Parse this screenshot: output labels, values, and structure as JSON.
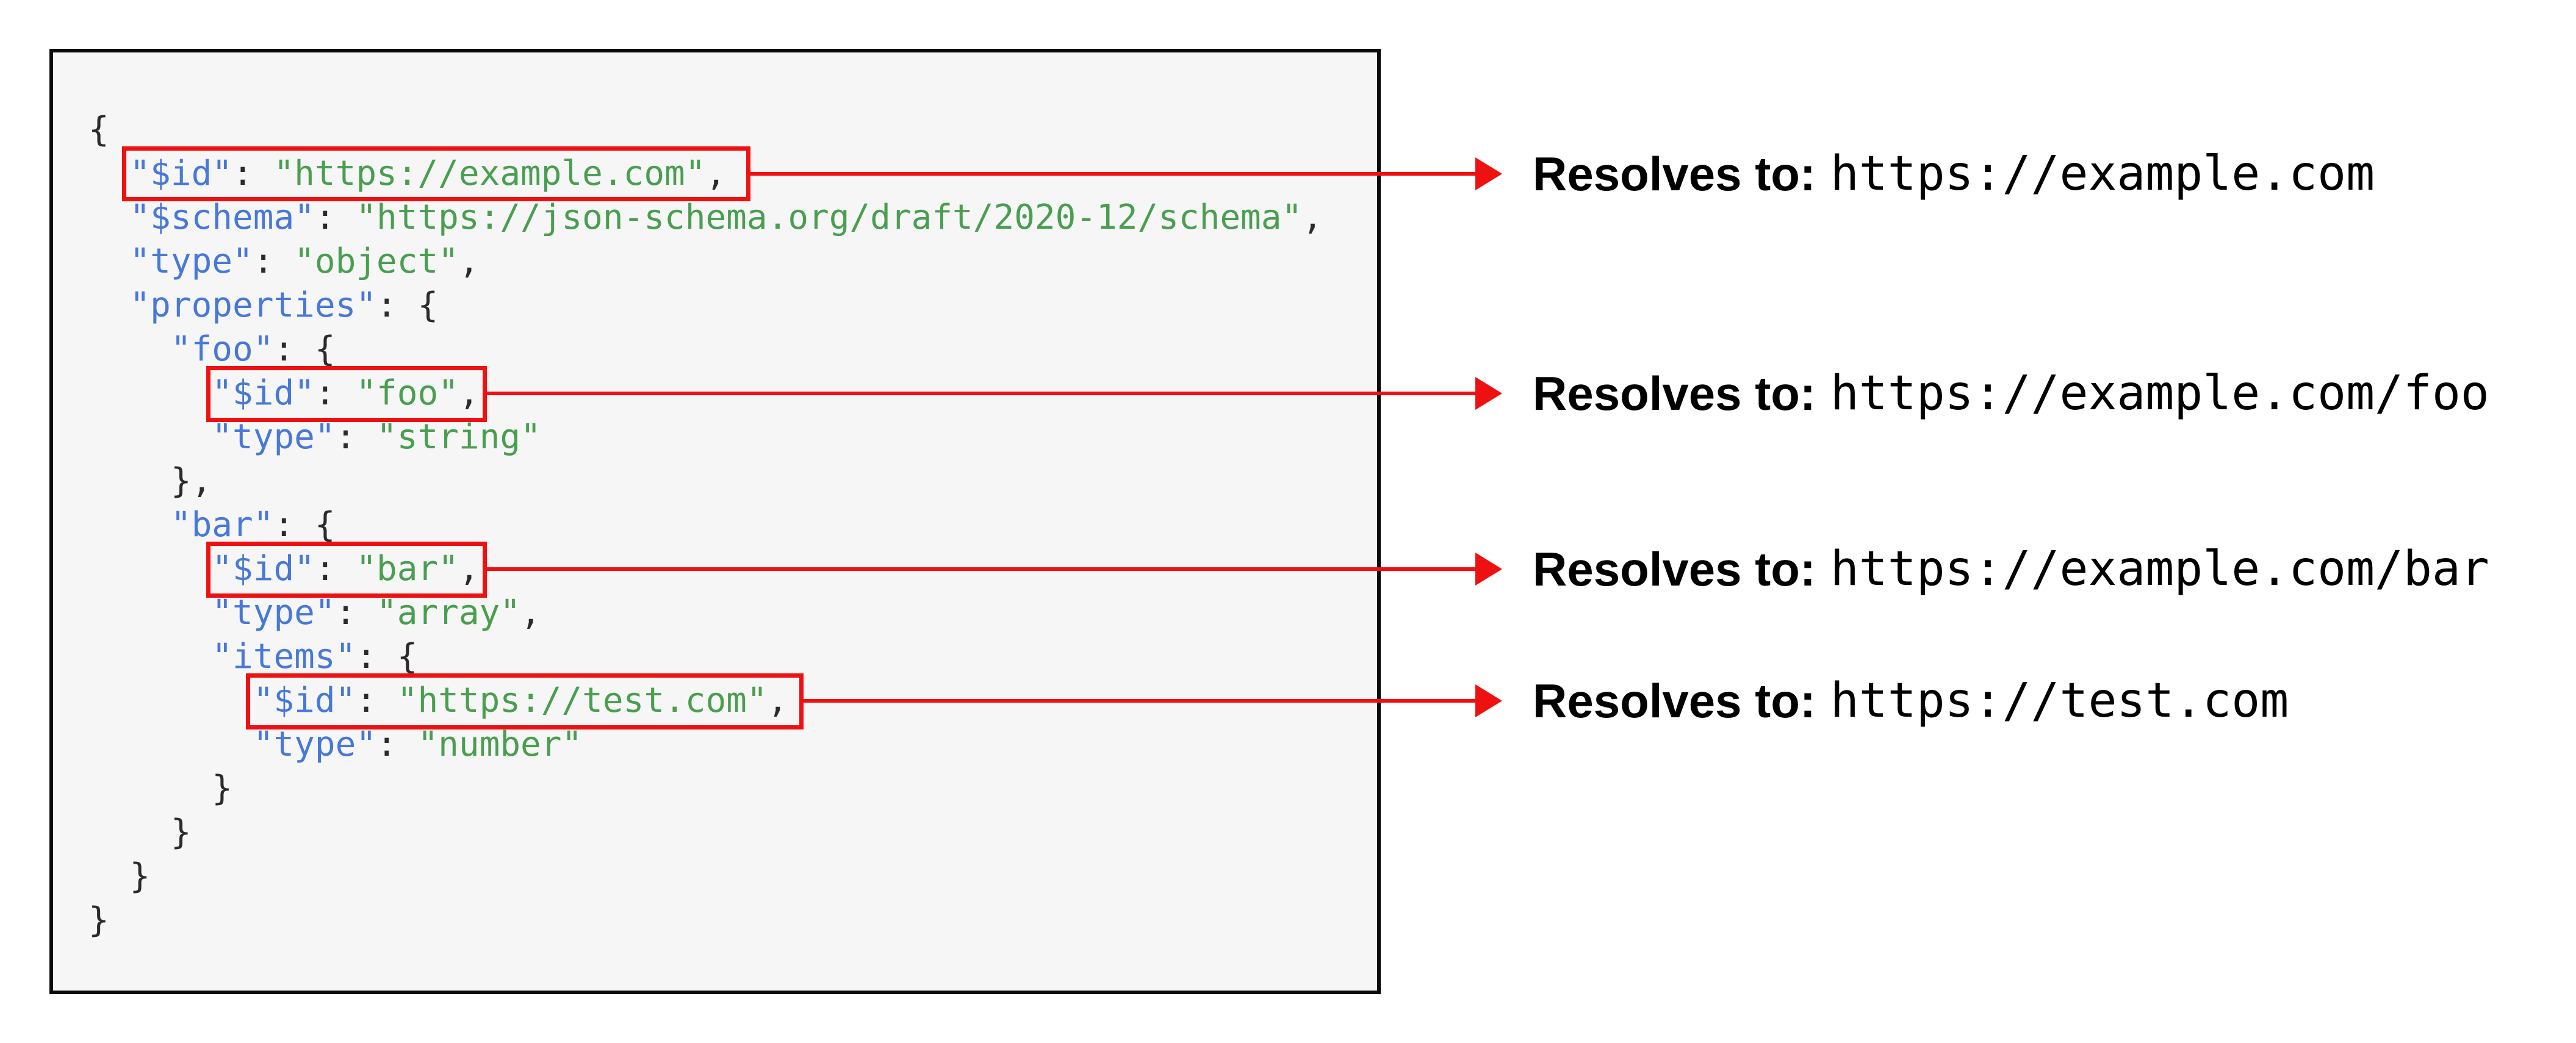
{
  "colors": {
    "key": "#4878d8",
    "string": "#4a9e50",
    "punctuation": "#2b2b2b",
    "highlight": "#ee1111",
    "panel_bg": "#f6f6f7",
    "panel_border": "#0a0a0a",
    "text": "#000000"
  },
  "code_block": {
    "language": "json",
    "lines": [
      {
        "indent": 0,
        "tokens": [
          [
            "p",
            "{"
          ]
        ]
      },
      {
        "indent": 2,
        "highlight": "root-id",
        "tokens": [
          [
            "k",
            "\"$id\""
          ],
          [
            "p",
            ": "
          ],
          [
            "s",
            "\"https://example.com\""
          ],
          [
            "p",
            ","
          ]
        ]
      },
      {
        "indent": 2,
        "tokens": [
          [
            "k",
            "\"$schema\""
          ],
          [
            "p",
            ": "
          ],
          [
            "s",
            "\"https://json-schema.org/draft/2020-12/schema\""
          ],
          [
            "p",
            ","
          ]
        ]
      },
      {
        "indent": 2,
        "tokens": [
          [
            "k",
            "\"type\""
          ],
          [
            "p",
            ": "
          ],
          [
            "s",
            "\"object\""
          ],
          [
            "p",
            ","
          ]
        ]
      },
      {
        "indent": 2,
        "tokens": [
          [
            "k",
            "\"properties\""
          ],
          [
            "p",
            ": {"
          ]
        ]
      },
      {
        "indent": 4,
        "tokens": [
          [
            "k",
            "\"foo\""
          ],
          [
            "p",
            ": {"
          ]
        ]
      },
      {
        "indent": 6,
        "highlight": "foo-id",
        "tokens": [
          [
            "k",
            "\"$id\""
          ],
          [
            "p",
            ": "
          ],
          [
            "s",
            "\"foo\""
          ],
          [
            "p",
            ","
          ]
        ]
      },
      {
        "indent": 6,
        "tokens": [
          [
            "k",
            "\"type\""
          ],
          [
            "p",
            ": "
          ],
          [
            "s",
            "\"string\""
          ]
        ]
      },
      {
        "indent": 4,
        "tokens": [
          [
            "p",
            "},"
          ]
        ]
      },
      {
        "indent": 4,
        "tokens": [
          [
            "k",
            "\"bar\""
          ],
          [
            "p",
            ": {"
          ]
        ]
      },
      {
        "indent": 6,
        "highlight": "bar-id",
        "tokens": [
          [
            "k",
            "\"$id\""
          ],
          [
            "p",
            ": "
          ],
          [
            "s",
            "\"bar\""
          ],
          [
            "p",
            ","
          ]
        ]
      },
      {
        "indent": 6,
        "tokens": [
          [
            "k",
            "\"type\""
          ],
          [
            "p",
            ": "
          ],
          [
            "s",
            "\"array\""
          ],
          [
            "p",
            ","
          ]
        ]
      },
      {
        "indent": 6,
        "tokens": [
          [
            "k",
            "\"items\""
          ],
          [
            "p",
            ": {"
          ]
        ]
      },
      {
        "indent": 8,
        "highlight": "test-id",
        "tokens": [
          [
            "k",
            "\"$id\""
          ],
          [
            "p",
            ": "
          ],
          [
            "s",
            "\"https://test.com\""
          ],
          [
            "p",
            ","
          ]
        ]
      },
      {
        "indent": 8,
        "tokens": [
          [
            "k",
            "\"type\""
          ],
          [
            "p",
            ": "
          ],
          [
            "s",
            "\"number\""
          ]
        ]
      },
      {
        "indent": 6,
        "tokens": [
          [
            "p",
            "}"
          ]
        ]
      },
      {
        "indent": 4,
        "tokens": [
          [
            "p",
            "}"
          ]
        ]
      },
      {
        "indent": 2,
        "tokens": [
          [
            "p",
            "}"
          ]
        ]
      },
      {
        "indent": 0,
        "tokens": [
          [
            "p",
            "}"
          ]
        ]
      }
    ]
  },
  "annotations": [
    {
      "label": "Resolves to:",
      "value": "https://example.com"
    },
    {
      "label": "Resolves to:",
      "value": "https://example.com/foo"
    },
    {
      "label": "Resolves to:",
      "value": "https://example.com/bar"
    },
    {
      "label": "Resolves to:",
      "value": "https://test.com"
    }
  ]
}
